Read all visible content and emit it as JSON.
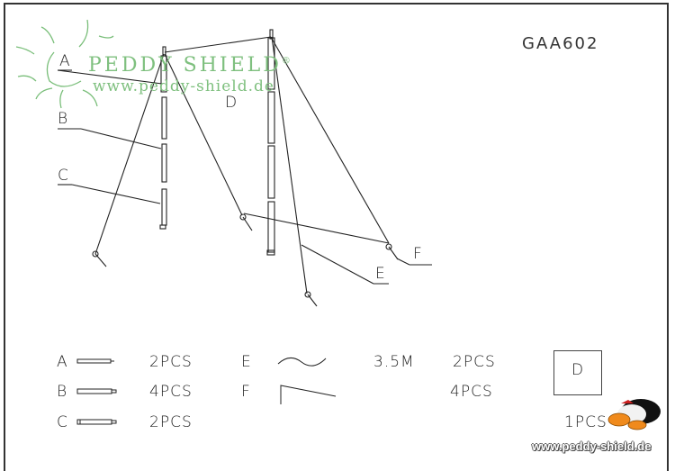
{
  "drawing": {
    "model_code": "GAA602",
    "callouts": {
      "A": "A",
      "B": "B",
      "C": "C",
      "D": "D",
      "E": "E",
      "F": "F"
    }
  },
  "watermark": {
    "brand": "PEDDY SHIELD",
    "registered_mark": "®",
    "url": "www.peddy-shield.de"
  },
  "parts_list": [
    {
      "letter": "A",
      "icon": "pole-section-top-icon",
      "length": "",
      "quantity": "2PCS"
    },
    {
      "letter": "B",
      "icon": "pole-section-middle-icon",
      "length": "",
      "quantity": "4PCS"
    },
    {
      "letter": "C",
      "icon": "pole-section-bottom-icon",
      "length": "",
      "quantity": "2PCS"
    },
    {
      "letter": "E",
      "icon": "guy-rope-icon",
      "length": "3.5M",
      "quantity": "2PCS"
    },
    {
      "letter": "F",
      "icon": "tent-peg-icon",
      "length": "",
      "quantity": "4PCS"
    },
    {
      "letter": "D",
      "icon": "tarp-sheet-icon",
      "length": "",
      "quantity": "1PCS"
    }
  ],
  "footer": {
    "url": "www.peddy-shield.de"
  },
  "colors": {
    "line": "#222222",
    "watermark": "#7fc07f",
    "frame": "#333333"
  }
}
